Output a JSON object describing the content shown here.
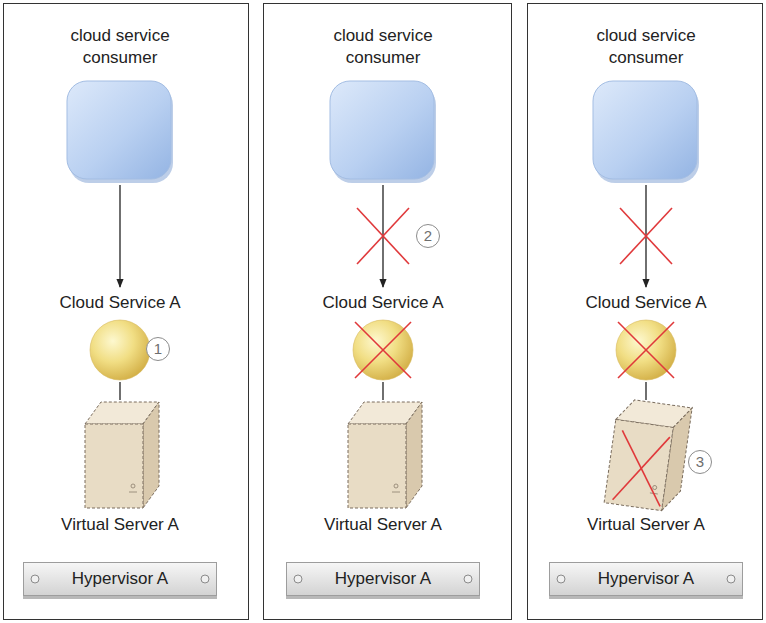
{
  "diagram": {
    "nodes": [
      {
        "text": [
          "cloud service consumer"
        ]
      },
      {
        "text": [
          "Cloud Service A"
        ]
      },
      {
        "text": [
          "Virtual Server A"
        ]
      },
      {
        "text": [
          "Hypervisor A"
        ]
      },
      {
        "text": [
          "cloud service consumer"
        ]
      },
      {
        "text": [
          "Cloud Service A"
        ]
      },
      {
        "text": [
          "Virtual Server A"
        ]
      },
      {
        "text": [
          "Hypervisor A"
        ]
      },
      {
        "text": [
          "cloud service consumer"
        ]
      },
      {
        "text": [
          "Cloud Service A"
        ]
      },
      {
        "text": [
          "Virtual Server A"
        ]
      },
      {
        "text": [
          "Hypervisor A"
        ]
      }
    ],
    "edges": [
      {
        "from": 0,
        "to": 1,
        "arrow": "to"
      },
      {
        "from": 1,
        "to": 2,
        "arrow": "none"
      },
      {
        "from": 4,
        "to": 5,
        "arrow": "to"
      },
      {
        "from": 5,
        "to": 6,
        "arrow": "none"
      },
      {
        "from": 8,
        "to": 9,
        "arrow": "to"
      },
      {
        "from": 9,
        "to": 10,
        "arrow": "none"
      }
    ],
    "labels": [
      "1",
      "2",
      "3"
    ]
  }
}
